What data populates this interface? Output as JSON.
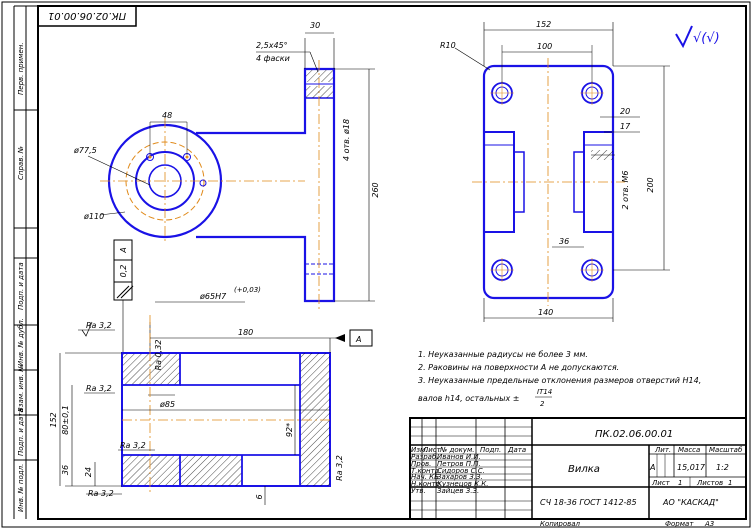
{
  "drawing": {
    "code_rotated": "ПК.02.06.00.01",
    "code_title": "ПК.02.06.00.01",
    "name": "Вилка",
    "material": "СЧ 18-36 ГОСТ 1412-85",
    "organization": "АО \"КАСКАД\"",
    "roughness_general": "√(√)",
    "copied_label": "Копировал",
    "format_label": "Формат",
    "format_value": "А3"
  },
  "side_labels": [
    "Перв. примен.",
    "Справ. №",
    "Подп. и дата",
    "Инв. № дубл.",
    "Взам. инв. №",
    "Подп. и дата",
    "Инв. № подл."
  ],
  "notes": [
    "1. Неуказанные радиусы не более 3 мм.",
    "2. Раковины на поверхности А не допускаются.",
    "3. Неуказанные предельные отклонения размеров отверстий Н14,",
    "валов h14, остальных ±"
  ],
  "notes_fraction": {
    "numerator": "IT14",
    "denominator": "2"
  },
  "dimensions": {
    "d30": "30",
    "chamfer": "2,5x45°",
    "chamfer_note": "4 фаски",
    "d48": "48",
    "d77": "ø77,5",
    "d110": "ø110",
    "holes_d18": "4 отв. ø18",
    "d260": "260",
    "d152": "152",
    "d100": "100",
    "r10": "R10",
    "d20": "20",
    "d17": "17",
    "holes_m6": "2 отв. М6",
    "d200": "200",
    "d36": "36",
    "d140": "140",
    "d65h7": "ø65Н7",
    "d65h7_tol": "(+0,03)",
    "d180": "180",
    "d85": "ø85",
    "d92": "92*",
    "d152b": "152",
    "d80": "80±0,1",
    "d36b": "36",
    "d24": "24",
    "d6": "6",
    "ra32": "Ra 3,2",
    "ra032": "Ra 0,32",
    "base_a": "А",
    "tol_parallel_value": "0,2",
    "tol_parallel_base": "А"
  },
  "title_block": {
    "stage_label": "Лит.",
    "mass_label": "Масса",
    "scale_label": "Масштаб",
    "stage_value": "А",
    "mass_value": "15,017",
    "scale_value": "1:2",
    "sheet_label": "Лист",
    "sheet_value": "1",
    "sheets_label": "Листов",
    "sheets_value": "1",
    "headers": [
      "Изм.",
      "Лист",
      "№ докум.",
      "Подп.",
      "Дата"
    ],
    "roles": [
      "Разраб.",
      "Пров.",
      "Т.контр.",
      "Нач. КБ",
      "Н.контр.",
      "Утв."
    ],
    "people": [
      "Иванов И.И.",
      "Петров П.П.",
      "Сидоров С.С.",
      "Захаров З.З.",
      "Кузнецов К.К.",
      "Зайцев З.З."
    ]
  }
}
